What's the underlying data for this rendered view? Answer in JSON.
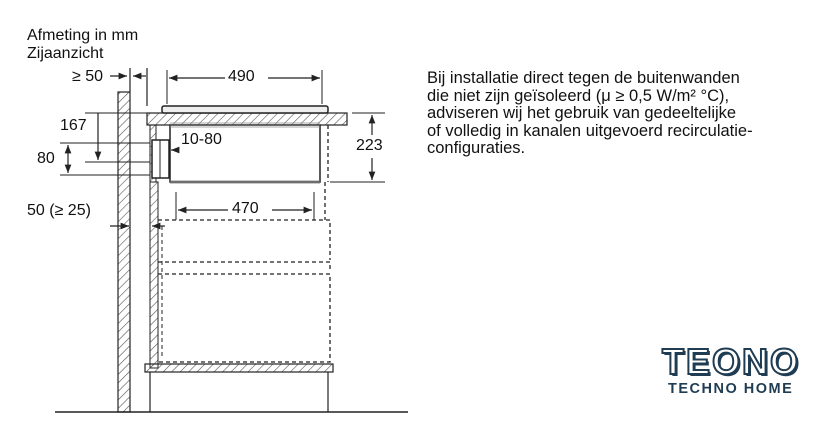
{
  "heading": {
    "line1": "Afmeting in mm",
    "line2": "Zijaanzicht"
  },
  "dimensions": {
    "wall_gap": "≥ 50",
    "top_width": "490",
    "left_height": "167",
    "duct_height": "80",
    "duct_offset": "10-80",
    "right_height": "223",
    "inner_width": "470",
    "wall_clearance": "50 (≥ 25)"
  },
  "note": {
    "lines": [
      "Bij installatie direct tegen de buitenwanden",
      "die niet zijn geïsoleerd (μ ≥ 0,5 W/m² °C),",
      "adviseren wij het gebruik van gedeeltelijke",
      "of volledig in kanalen uitgevoerd recirculatie-",
      "configuraties."
    ]
  },
  "logo": {
    "name": "TEONO",
    "tagline": "TECHNO HOME"
  },
  "colors": {
    "line": "#222222",
    "logo_dark": "#1f3c52"
  }
}
